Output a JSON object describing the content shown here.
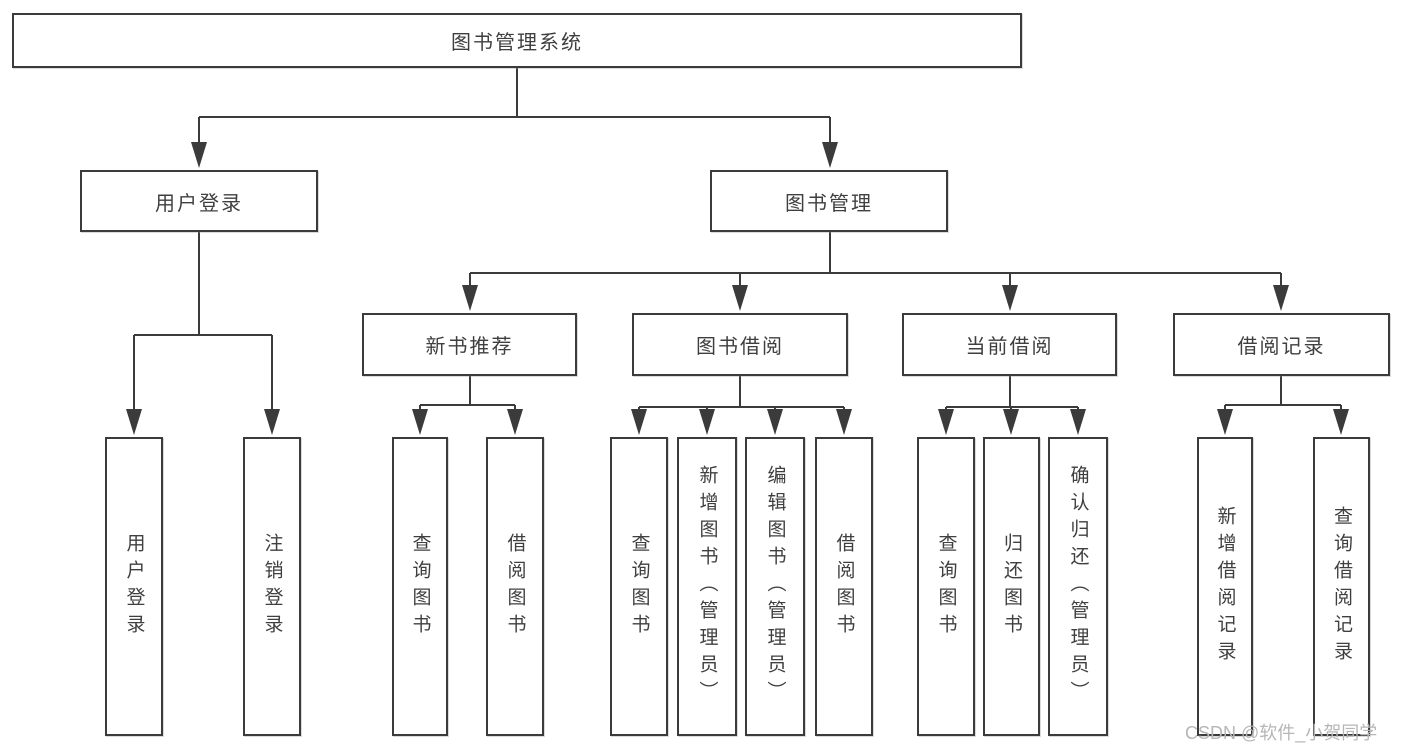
{
  "colors": {
    "background": "#ffffff",
    "line": "#3b3b3b",
    "text": "#3f3f3f",
    "watermark_text": "#b6b6b6"
  },
  "watermark": "CSDN @软件_小贺同学",
  "tree": {
    "root": "图书管理系统",
    "branches": [
      {
        "label": "用户登录",
        "children": [
          {
            "label": "用户登录"
          },
          {
            "label": "注销登录"
          }
        ]
      },
      {
        "label": "图书管理",
        "children": [
          {
            "label": "新书推荐",
            "children": [
              {
                "label": "查询图书"
              },
              {
                "label": "借阅图书"
              }
            ]
          },
          {
            "label": "图书借阅",
            "children": [
              {
                "label": "查询图书"
              },
              {
                "label": "新增图书（管理员）"
              },
              {
                "label": "编辑图书（管理员）"
              },
              {
                "label": "借阅图书"
              }
            ]
          },
          {
            "label": "当前借阅",
            "children": [
              {
                "label": "查询图书"
              },
              {
                "label": "归还图书"
              },
              {
                "label": "确认归还（管理员）"
              }
            ]
          },
          {
            "label": "借阅记录",
            "children": [
              {
                "label": "新增借阅记录"
              },
              {
                "label": "查询借阅记录"
              }
            ]
          }
        ]
      }
    ]
  }
}
